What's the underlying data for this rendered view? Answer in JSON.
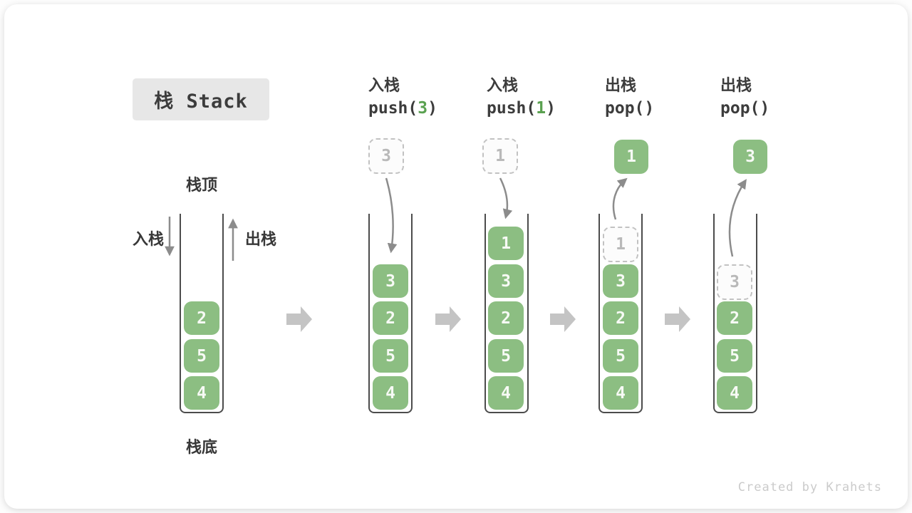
{
  "title": "栈 Stack",
  "watermark": "Created by Krahets",
  "labels": {
    "stack_top": "栈顶",
    "stack_bottom": "栈底",
    "push": "入栈",
    "pop": "出栈"
  },
  "ops": [
    {
      "zh": "入栈",
      "code_pre": "push(",
      "code_arg": "3",
      "code_post": ")"
    },
    {
      "zh": "入栈",
      "code_pre": "push(",
      "code_arg": "1",
      "code_post": ")"
    },
    {
      "zh": "出栈",
      "code_pre": "pop(",
      "code_arg": "",
      "code_post": ")"
    },
    {
      "zh": "出栈",
      "code_pre": "pop(",
      "code_arg": "",
      "code_post": ")"
    }
  ],
  "stages": {
    "initial": {
      "values": [
        "2",
        "5",
        "4"
      ]
    },
    "after_push_3": {
      "staged": "3",
      "values": [
        "3",
        "2",
        "5",
        "4"
      ]
    },
    "after_push_1": {
      "staged": "1",
      "values": [
        "1",
        "3",
        "2",
        "5",
        "4"
      ]
    },
    "after_pop_1": {
      "popped": "1",
      "ghost": "1",
      "values": [
        "3",
        "2",
        "5",
        "4"
      ]
    },
    "after_pop_3": {
      "popped": "3",
      "ghost": "3",
      "values": [
        "2",
        "5",
        "4"
      ]
    }
  },
  "colors": {
    "box_green": "#8cbe82",
    "code_arg_green": "#5aa150",
    "thin_arrow_gray": "#8c8c8c",
    "block_arrow_gray": "#c4c4c4",
    "dashed_border_gray": "#c2c2c2",
    "ghost_text_gray": "#b9b9b9",
    "title_bg_gray": "#e7e7e7",
    "text_dark": "#3c3c3c"
  }
}
